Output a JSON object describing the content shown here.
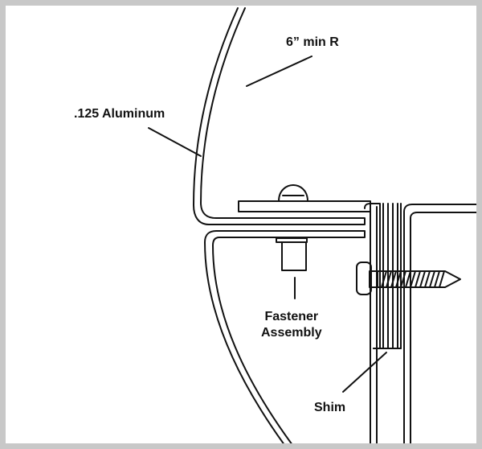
{
  "diagram": {
    "labels": {
      "radius": "6” min R",
      "aluminum": ".125 Aluminum",
      "fastener_line1": "Fastener",
      "fastener_line2": "Assembly",
      "shim": "Shim"
    },
    "colors": {
      "line": "#111111",
      "frame_border": "#c8c8c8",
      "background": "#ffffff"
    }
  }
}
